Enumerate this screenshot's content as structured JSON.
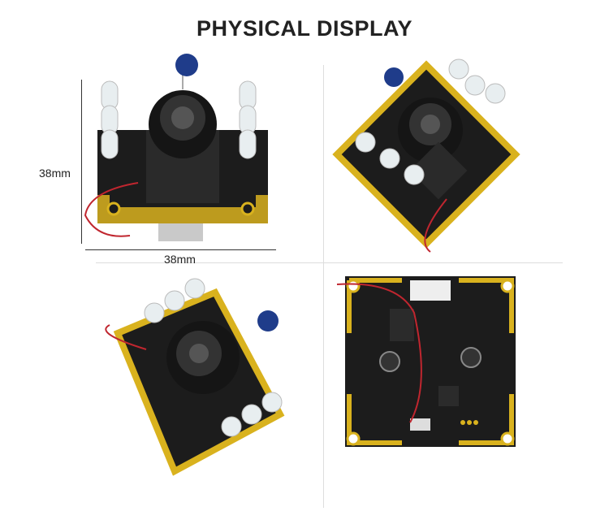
{
  "title": "PHYSICAL DISPLAY",
  "dimensions": {
    "height_label": "38mm",
    "width_label": "38mm"
  },
  "colors": {
    "pcb": "#1c1c1c",
    "gold": "#d9b21e",
    "lens": "#111111",
    "led": "#e8eef0",
    "wire_red": "#c0262f",
    "cap_blue": "#1f3c8a"
  }
}
